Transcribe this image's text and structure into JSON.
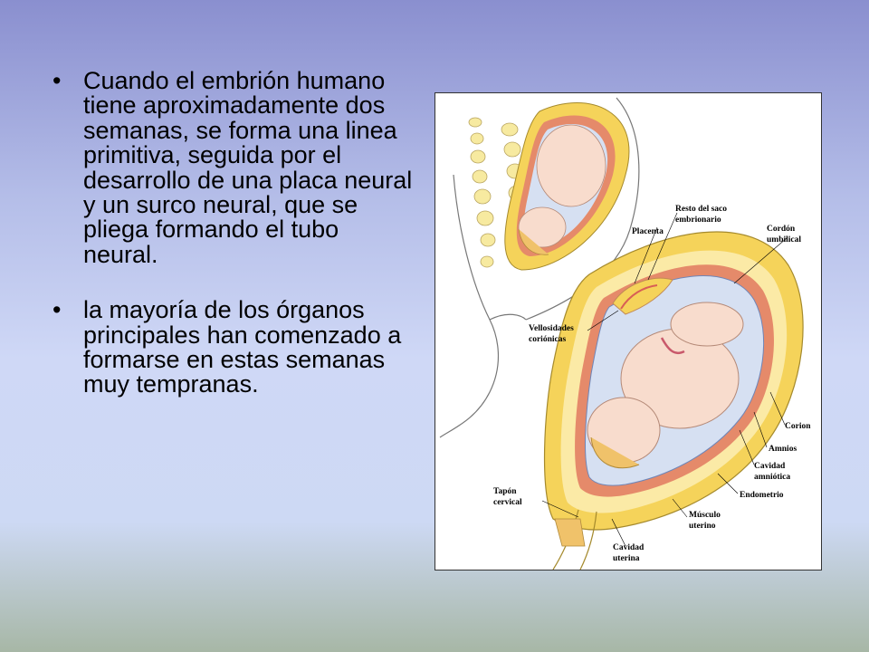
{
  "slide": {
    "bullets": [
      {
        "text": "Cuando el embrión humano tiene aproximadamente dos semanas, se forma una linea primitiva, seguida por el desarrollo de una placa neural y un surco neural, que se pliega formando el tubo neural."
      },
      {
        "text": "la mayoría de los órganos principales han comenzado a formarse en estas semanas muy tempranas."
      }
    ],
    "bullet_glyph": "•"
  },
  "diagram": {
    "labels": {
      "resto1": "Resto del saco",
      "resto2": "embrionario",
      "placenta": "Placenta",
      "cordon1": "Cordón",
      "cordon2": "umbilical",
      "vell1": "Vellosidades",
      "vell2": "coriónicas",
      "corion": "Corion",
      "amnios": "Amnios",
      "cav1": "Cavidad",
      "cav2": "amniótica",
      "endometrio": "Endometrio",
      "tapon1": "Tapón",
      "tapon2": "cervical",
      "musc1": "Músculo",
      "musc2": "uterino",
      "cavu1": "Cavidad",
      "cavu2": "uterina"
    },
    "colors": {
      "muscle": "#f5d35a",
      "muscle_cells": "#fbeaa6",
      "endometrium": "#e58a6a",
      "amniotic": "#d6e0f2",
      "fetus": "#f8dccd",
      "spine": "#f7eaa0"
    }
  }
}
